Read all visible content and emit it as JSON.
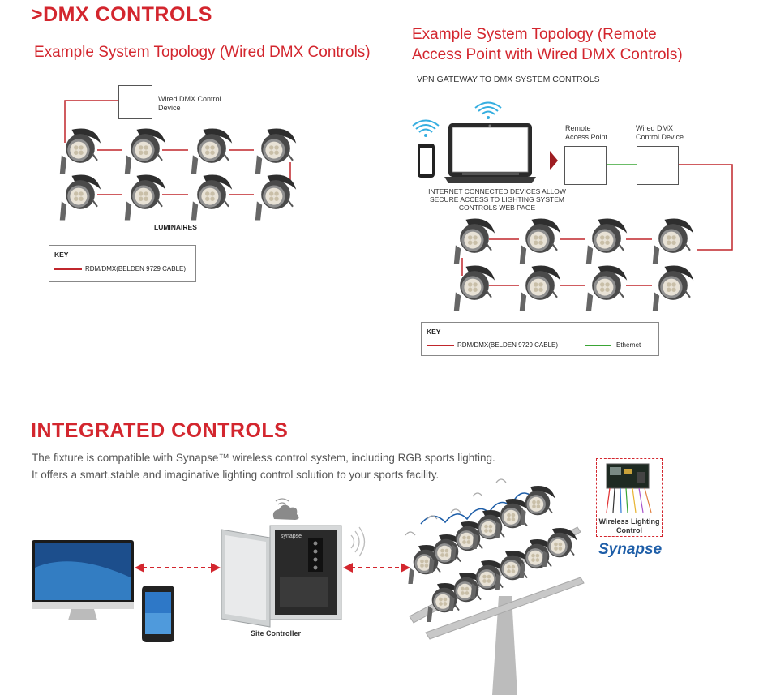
{
  "dmx": {
    "title": ">DMX CONTROLS",
    "wired": {
      "title": "Example System Topology (Wired DMX Controls)",
      "control_device": "Wired DMX Control Device",
      "luminaires_label": "LUMINAIRES",
      "key": {
        "title": "KEY",
        "items": [
          "RDM/DMX(BELDEN 9729 CABLE)"
        ]
      }
    },
    "remote": {
      "title_line1": "Example System Topology (Remote",
      "title_line2": "Access Point with Wired DMX Controls)",
      "vpn_label": "VPN GATEWAY  TO DMX SYSTEM CONTROLS",
      "remote_ap": "Remote Access Point",
      "wired_dmx": "Wired DMX Control Device",
      "internet_note": "INTERNET CONNECTED DEVICES ALLOW SECURE ACCESS TO LIGHTING SYSTEM CONTROLS WEB PAGE",
      "key": {
        "title": "KEY",
        "items": [
          "RDM/DMX(BELDEN 9729 CABLE)",
          "Ethernet"
        ]
      }
    }
  },
  "integrated": {
    "title": "INTEGRATED CONTROLS",
    "line1": "The fixture is compatible with Synapse™ wireless control system, including RGB sports lighting.",
    "line2": "It offers a smart,stable and imaginative lighting control solution to your sports facility.",
    "site_controller": "Site Controller",
    "controller_brand": "synapse",
    "wireless_label": "Wireless Lighting Control",
    "synapse_logo": "Synapse"
  },
  "colors": {
    "red": "#d3262e",
    "green": "#3aa535",
    "cable": "#c0262c"
  },
  "icons": [
    "luminaire-icon",
    "wifi-icon",
    "cloud-icon",
    "laptop-icon",
    "phone-icon",
    "monitor-icon",
    "controller-box-icon",
    "floodlight-mast-icon",
    "wireless-module-icon"
  ]
}
